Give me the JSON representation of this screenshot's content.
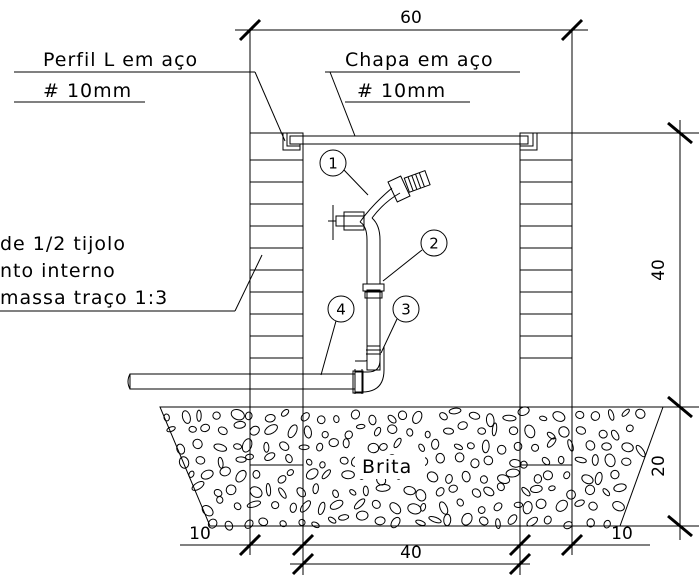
{
  "labels": {
    "perfil_l_line1": "Perfil L em aço",
    "perfil_l_line2": "# 10mm",
    "chapa_line1": "Chapa em aço",
    "chapa_line2": "# 10mm",
    "wall_line1": "de 1/2 tijolo",
    "wall_line2": "nto interno",
    "wall_line3": "massa traço 1:3",
    "brita": "Brita"
  },
  "dimensions": {
    "top_width": "60",
    "right_height_upper": "40",
    "right_height_lower": "20",
    "bottom_left": "10",
    "bottom_center": "40",
    "bottom_right": "10"
  },
  "callouts": [
    "1",
    "2",
    "3",
    "4"
  ]
}
